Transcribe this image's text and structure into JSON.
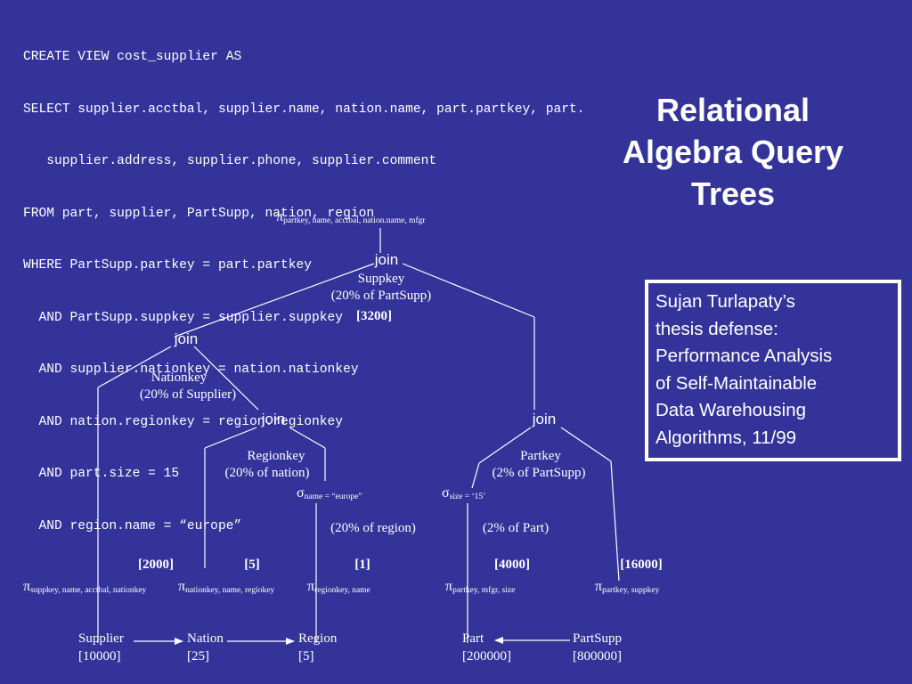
{
  "title": {
    "lines": [
      "Relational",
      "Algebra Query",
      "Trees"
    ]
  },
  "sql": {
    "lines": [
      "CREATE VIEW cost_supplier AS",
      "SELECT supplier.acctbal, supplier.name, nation.name, part.partkey, part.",
      "   supplier.address, supplier.phone, supplier.comment",
      "FROM part, supplier, PartSupp, nation, region",
      "WHERE PartSupp.partkey = part.partkey",
      "  AND PartSupp.suppkey = supplier.suppkey",
      "  AND supplier.nationkey = nation.nationkey",
      "  AND nation.regionkey = region.regionkey",
      "  AND part.size = 15",
      "  AND region.name = “europe”"
    ]
  },
  "info_box": {
    "lines": [
      "Sujan Turlapaty’s",
      "thesis defense:",
      "Performance Analysis",
      "of Self-Maintainable",
      "Data Warehousing",
      "Algorithms, 11/99"
    ]
  },
  "tree": {
    "pi_symbol": "π",
    "sigma_symbol": "σ",
    "root_projection": "partkey, name, acctbal, nation.name, mfgr",
    "top_join": {
      "label": "join",
      "key": "Suppkey",
      "selectivity": "(20% of PartSupp)",
      "count": "[3200]"
    },
    "left_join": {
      "label": "join",
      "key": "Nationkey",
      "selectivity": "(20% of Supplier)"
    },
    "mid_join": {
      "label": "join",
      "key": "Regionkey",
      "selectivity": "(20% of nation)"
    },
    "right_join": {
      "label": "join",
      "key": "Partkey",
      "selectivity": "(2% of PartSupp)"
    },
    "select_region": {
      "condition": "name = “europe”",
      "selectivity": "(20% of region)"
    },
    "select_part": {
      "condition": "size = ‘15’",
      "selectivity": "(2% of Part)"
    },
    "counts": [
      "[2000]",
      "[5]",
      "[1]",
      "[4000]",
      "[16000]"
    ],
    "projections": [
      "suppkey, name, acctbal, nationkey",
      "nationkey, name, regiokey",
      "regionkey, name",
      "partkey, mfgr, size",
      "partkey, suppkey"
    ],
    "tables": [
      {
        "name": "Supplier",
        "rows": "[10000]"
      },
      {
        "name": "Nation",
        "rows": "[25]"
      },
      {
        "name": "Region",
        "rows": "[5]"
      },
      {
        "name": "Part",
        "rows": "[200000]"
      },
      {
        "name": "PartSupp",
        "rows": "[800000]"
      }
    ]
  }
}
